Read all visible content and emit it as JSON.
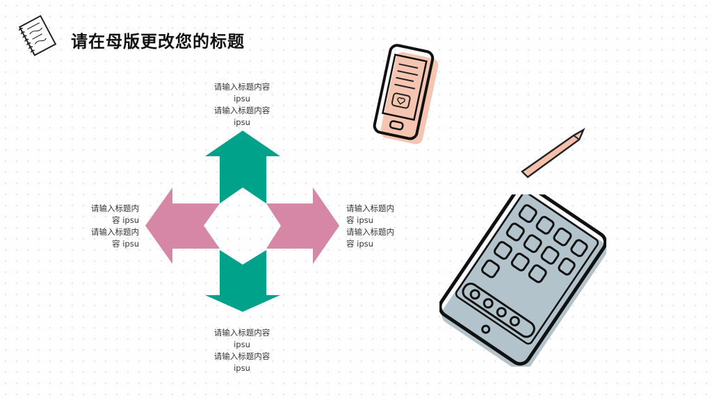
{
  "header": {
    "title": "请在母版更改您的标题",
    "icon": "notebook-icon"
  },
  "diagram": {
    "colors": {
      "vertical": "#00a389",
      "horizontal": "#d587a5"
    },
    "top_label": {
      "line1": "请输入标题内容",
      "line2": "ipsu",
      "line3": "请输入标题内容",
      "line4": "ipsu"
    },
    "bottom_label": {
      "line1": "请输入标题内容",
      "line2": "ipsu",
      "line3": "请输入标题内容",
      "line4": "ipsu"
    },
    "left_label": {
      "line1": "请输入标题内",
      "line2": "容 ipsu",
      "line3": "请输入标题内",
      "line4": "容 ipsu"
    },
    "right_label": {
      "line1": "请输入标题内",
      "line2": "容 ipsu",
      "line3": "请输入标题内",
      "line4": "容 ipsu"
    }
  },
  "decorations": {
    "phone": "smartphone-doodle-icon",
    "pencil": "pencil-doodle-icon",
    "tablet": "tablet-doodle-icon",
    "phone_accent": "#f5bfaa",
    "tablet_accent": "#b3c3cc"
  }
}
